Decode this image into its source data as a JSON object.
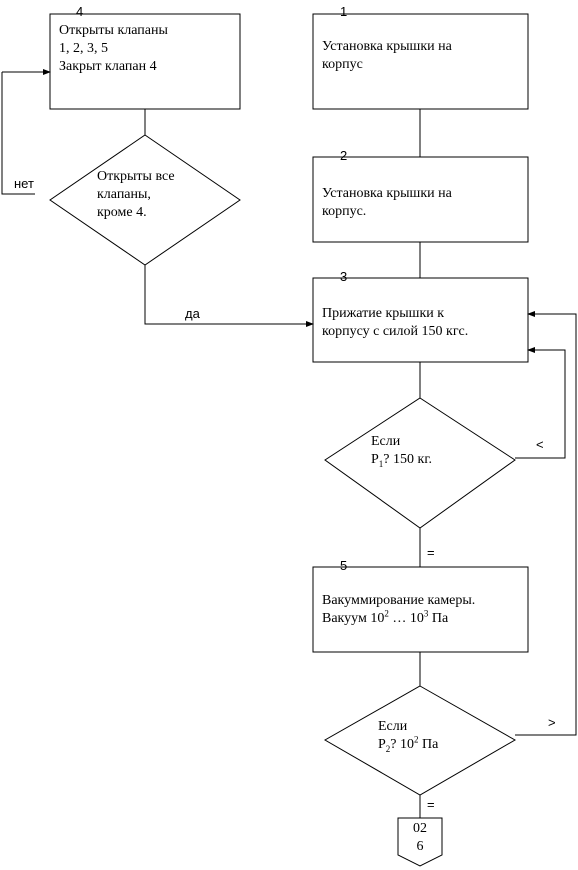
{
  "blocks": {
    "b4": {
      "num": "4",
      "line1": "Открыты клапаны",
      "line2": "1, 2, 3, 5",
      "line3": "Закрыт клапан 4"
    },
    "b1": {
      "num": "1",
      "line1": "Установка крышки на",
      "line2": "корпус"
    },
    "b2": {
      "num": "2",
      "line1": "Установка крышки на",
      "line2": "корпус."
    },
    "b3": {
      "num": "3",
      "line1": "Прижатие крышки к",
      "line2": "корпусу с силой 150 кгс."
    },
    "b5": {
      "num": "5",
      "line1": "Вакуммирование камеры.",
      "line2_pre": "Вакуум 10",
      "line2_exp1": "2",
      "line2_mid": " … 10",
      "line2_exp2": "3",
      "line2_post": " Па"
    }
  },
  "decisions": {
    "d_valves": {
      "line1": "Открыты все",
      "line2": "клапаны,",
      "line3": "кроме 4."
    },
    "d_p1": {
      "line1": "Если",
      "line2_pre": "P",
      "line2_sub": "1",
      "line2_post": "? 150 кг."
    },
    "d_p2": {
      "line1": "Если",
      "line2_pre": "P",
      "line2_sub": "2",
      "line2_mid": "? 10",
      "line2_sup": "2",
      "line2_post": " Па"
    }
  },
  "labels": {
    "no": "нет",
    "yes": "да",
    "lt": "<",
    "eq1": "=",
    "gt": ">",
    "eq2": "="
  },
  "connector": {
    "line1": "02",
    "line2": "6"
  }
}
